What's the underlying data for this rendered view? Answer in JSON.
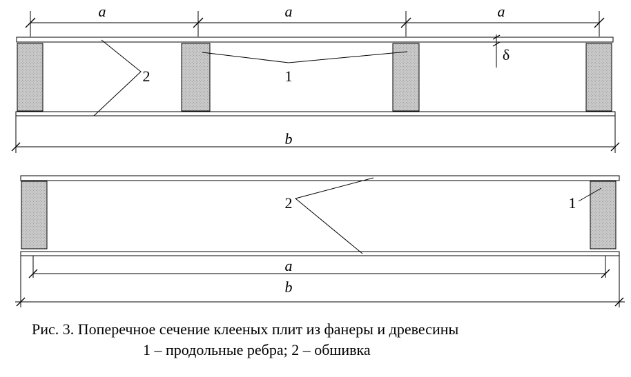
{
  "figure": {
    "top_section": {
      "dimension_a": "a",
      "dimension_b": "b",
      "thickness_symbol": "δ",
      "rib_callout": "1",
      "skin_callout": "2"
    },
    "bottom_section": {
      "dimension_a": "a",
      "dimension_b": "b",
      "rib_callout": "1",
      "skin_callout": "2"
    },
    "colors": {
      "rib_fill": "#c8c8c8",
      "line": "#000000"
    }
  },
  "caption": {
    "line1": "Рис. 3. Поперечное сечение клееных плит из фанеры и древесины",
    "line2": "1 – продольные ребра; 2 – обшивка"
  }
}
